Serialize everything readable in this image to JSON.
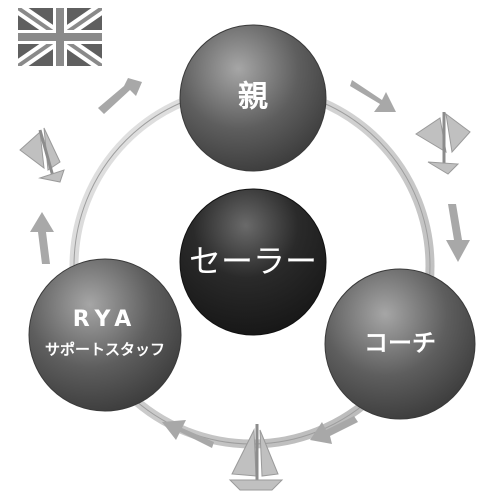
{
  "diagram": {
    "nodes": {
      "top": {
        "label": "親"
      },
      "center": {
        "label": "セーラー"
      },
      "right": {
        "label": "コーチ"
      },
      "left": {
        "line1": "RYA",
        "line2": "サポートスタッフ"
      }
    },
    "icons": {
      "flag": "uk-flag-icon",
      "boat": "sailboat-icon",
      "arrow": "arrow-icon"
    },
    "colors": {
      "background": "#ffffff",
      "node_fill": "#5a5a5a",
      "node_highlight": "#9a9a9a",
      "center_fill": "#232323",
      "ring": "#c9c9c9",
      "arrow": "#a8a8a8",
      "boat": "#bdbdbd"
    }
  }
}
